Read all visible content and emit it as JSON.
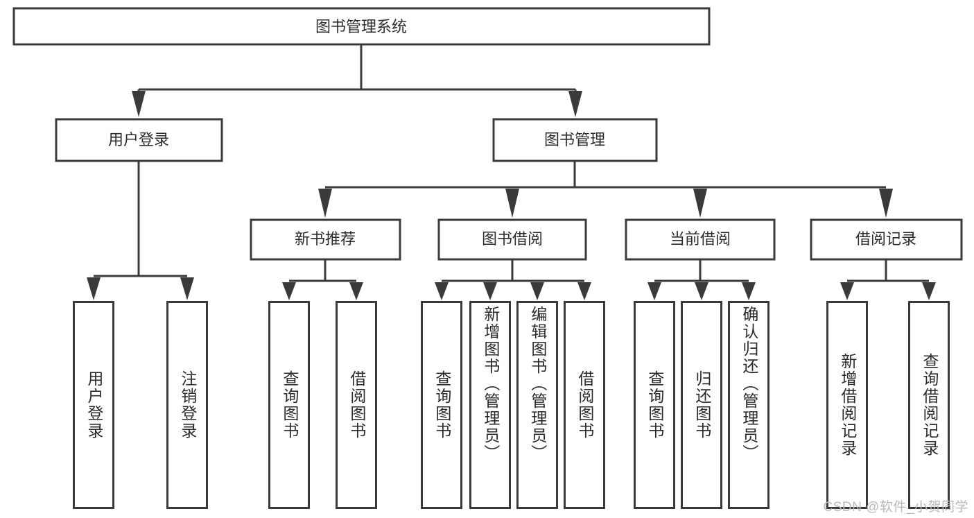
{
  "diagram": {
    "type": "tree",
    "title_node": {
      "label": "图书管理系统"
    },
    "level2": [
      {
        "label": "用户登录"
      },
      {
        "label": "图书管理"
      }
    ],
    "level3": [
      {
        "label": "新书推荐"
      },
      {
        "label": "图书借阅"
      },
      {
        "label": "当前借阅"
      },
      {
        "label": "借阅记录"
      }
    ],
    "leaves": {
      "user_login": [
        {
          "label": "用户登录"
        },
        {
          "label": "注销登录"
        }
      ],
      "new_book_recommend": [
        {
          "label": "查询图书"
        },
        {
          "label": "借阅图书"
        }
      ],
      "book_borrow": [
        {
          "label": "查询图书"
        },
        {
          "label": "新增图书（管理员）"
        },
        {
          "label": "编辑图书（管理员）"
        },
        {
          "label": "借阅图书"
        }
      ],
      "current_borrow": [
        {
          "label": "查询图书"
        },
        {
          "label": "归还图书"
        },
        {
          "label": "确认归还（管理员）"
        }
      ],
      "borrow_record": [
        {
          "label": "新增借阅记录"
        },
        {
          "label": "查询借阅记录"
        }
      ]
    }
  },
  "watermark": {
    "text": "CSDN @软件_小贺同学"
  },
  "colors": {
    "stroke": "#3a3a3a",
    "fill": "#ffffff",
    "text": "#2b2b2b",
    "watermark": "#b9b9b9"
  }
}
